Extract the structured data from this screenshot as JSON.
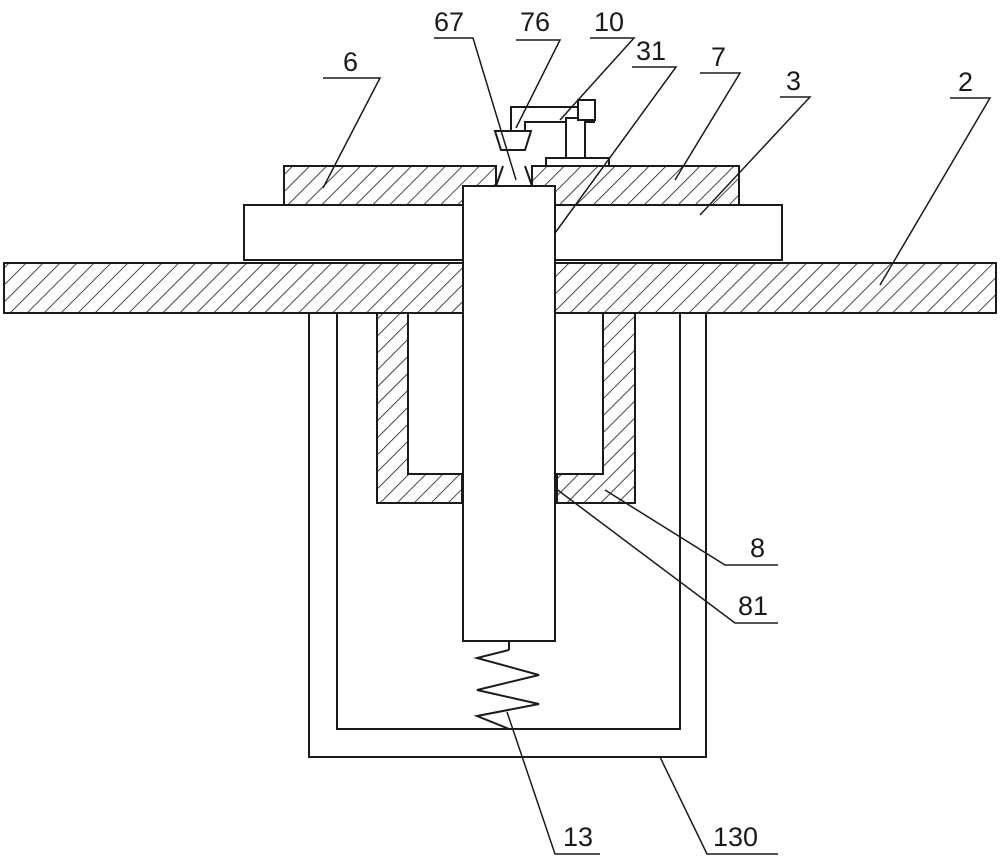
{
  "callouts": {
    "c6": "6",
    "c67": "67",
    "c76": "76",
    "c10": "10",
    "c31": "31",
    "c7": "7",
    "c3": "3",
    "c2": "2",
    "c8": "8",
    "c81": "81",
    "c13": "13",
    "c130": "130"
  }
}
